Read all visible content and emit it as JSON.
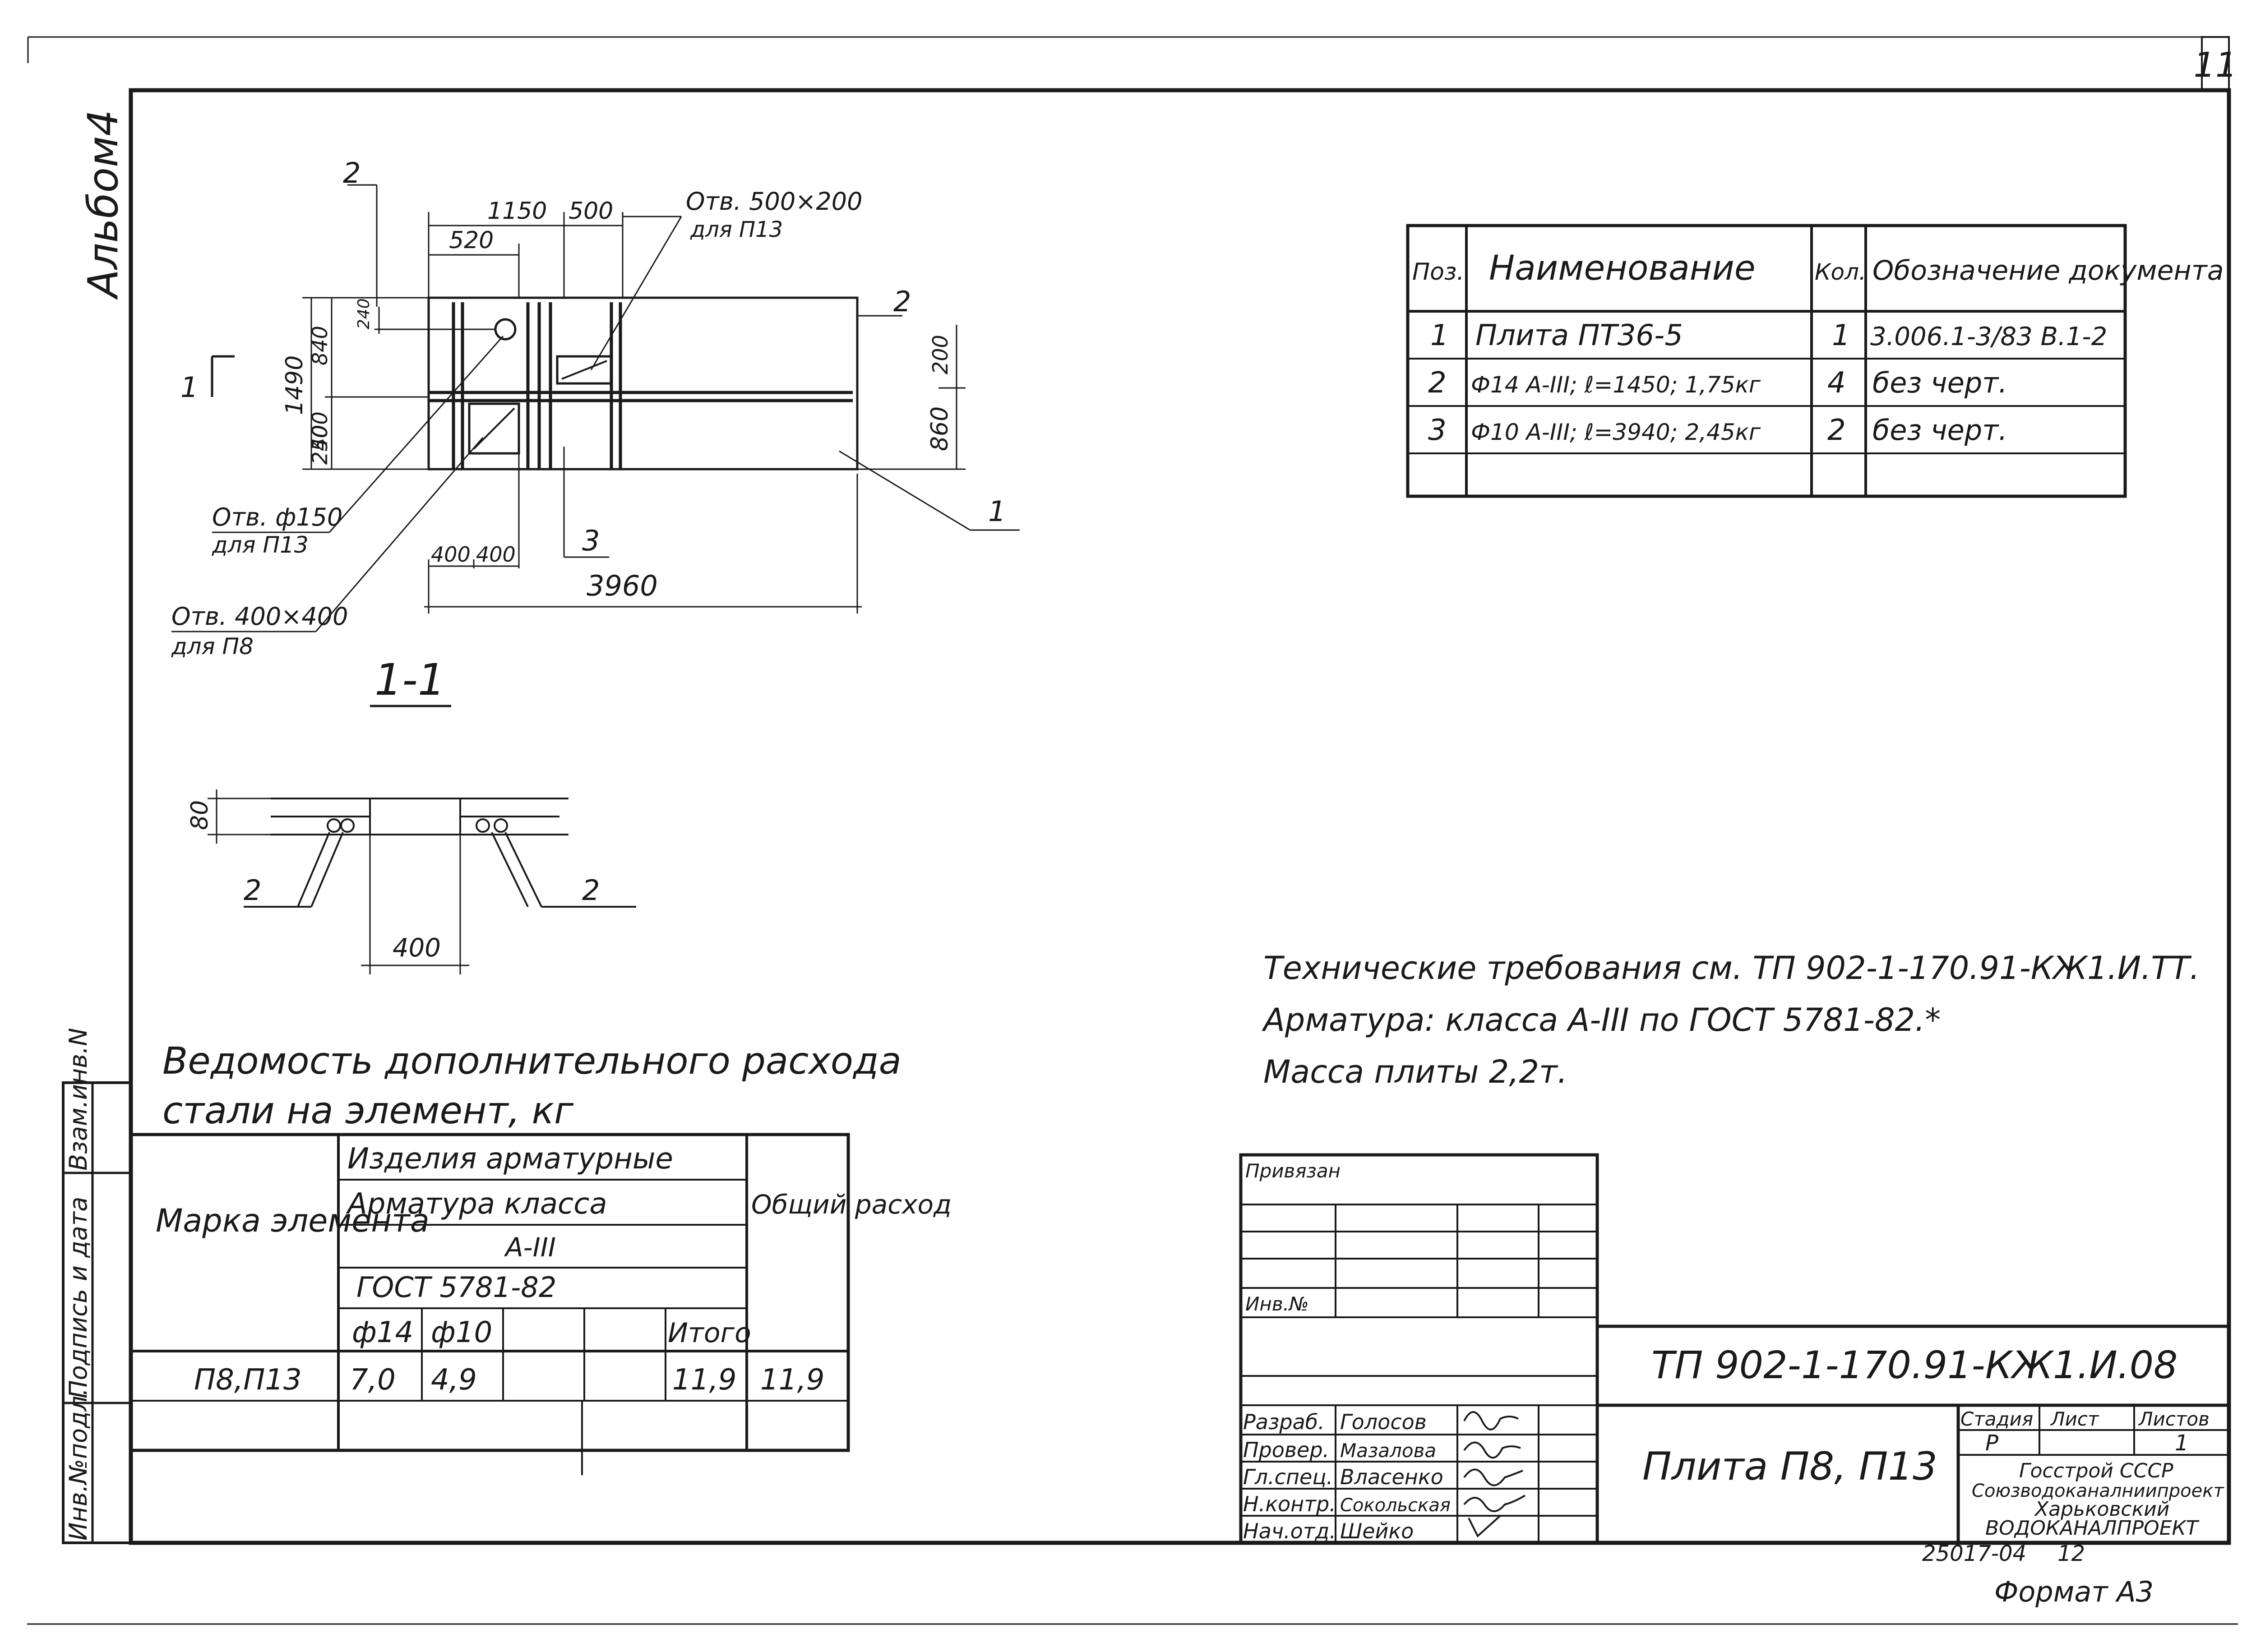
{
  "sheet_number": "11",
  "album_label": "Альбом4",
  "side_stamp": [
    "Инв.№подл.",
    "Подпись и дата",
    "Взам.инв.N"
  ],
  "drawing": {
    "dims": {
      "d1150": "1150",
      "d500": "500",
      "d520": "520",
      "d1490": "1490",
      "d840": "840",
      "d240": "240",
      "d400a": "400",
      "d250": "250",
      "d200": "200",
      "d860": "860",
      "d400b": "400",
      "d400c": "400",
      "d3960": "3960",
      "d80": "80",
      "d400s": "400"
    },
    "callouts": {
      "opening_500": "Отв. 500×200",
      "for_p13_top": "для П13",
      "opening_150": "Отв. ф150",
      "for_p13_left": "для П13",
      "opening_400": "Отв. 400×400",
      "for_p8": "для П8",
      "pos1": "1",
      "pos2_top": "2",
      "pos2_right": "2",
      "pos3": "3",
      "sec_mark": "1"
    },
    "section_title": "1-1",
    "section_pos_left": "2",
    "section_pos_right": "2"
  },
  "spec_table": {
    "headers": [
      "Поз.",
      "Наименование",
      "Кол.",
      "Обозначение документа"
    ],
    "rows": [
      [
        "1",
        "Плита ПТ36-5",
        "1",
        "3.006.1-3/83 В.1-2"
      ],
      [
        "2",
        "Ф14 А-III; ℓ=1450; 1,75кг",
        "4",
        "без черт."
      ],
      [
        "3",
        "Ф10 А-III; ℓ=3940; 2,45кг",
        "2",
        "без черт."
      ],
      [
        "",
        "",
        "",
        ""
      ]
    ]
  },
  "notes": [
    "Технические требования см. ТП 902-1-170.91-КЖ1.И.ТТ.",
    "Арматура: класса А-III по ГОСТ 5781-82.*",
    "Масса плиты 2,2т."
  ],
  "steel_table": {
    "title_line1": "Ведомость дополнительного расхода",
    "title_line2": "стали на элемент, кг",
    "mark_header": "Марка элемента",
    "group_header": "Изделия арматурные",
    "rebar_header": "Арматура класса",
    "class_header": "А-III",
    "gost_header": "ГОСТ 5781-82",
    "total_header": "Общий расход",
    "sub_headers": [
      "ф14",
      "ф10",
      "",
      "",
      "Итого"
    ],
    "row": {
      "mark": "П8,П13",
      "values": [
        "7,0",
        "4,9",
        "",
        "",
        "11,9"
      ],
      "total": "11,9"
    }
  },
  "title_block": {
    "tied": "Привязан",
    "inv": "Инв.№",
    "doc_code": "ТП 902-1-170.91-КЖ1.И.08",
    "title": "Плита П8, П13",
    "stage_header": "Стадия",
    "sheet_header": "Лист",
    "sheets_header": "Листов",
    "stage": "Р",
    "sheet": "",
    "sheets": "1",
    "signatures": [
      {
        "role": "Разраб.",
        "name": "Голосов"
      },
      {
        "role": "Провер.",
        "name": "Мазалова"
      },
      {
        "role": "Гл.спец.",
        "name": "Власенко"
      },
      {
        "role": "Н.контр.",
        "name": "Сокольская"
      },
      {
        "role": "Нач.отд.",
        "name": "Шейко"
      }
    ],
    "org_line1": "Госстрой СССР",
    "org_line2": "Союзводоканалниипроект",
    "org_line3": "Харьковский",
    "org_line4": "ВОДОКАНАЛПРОЕКТ",
    "order_number": "25017-04",
    "order_page": "12",
    "format": "Формат А3"
  }
}
